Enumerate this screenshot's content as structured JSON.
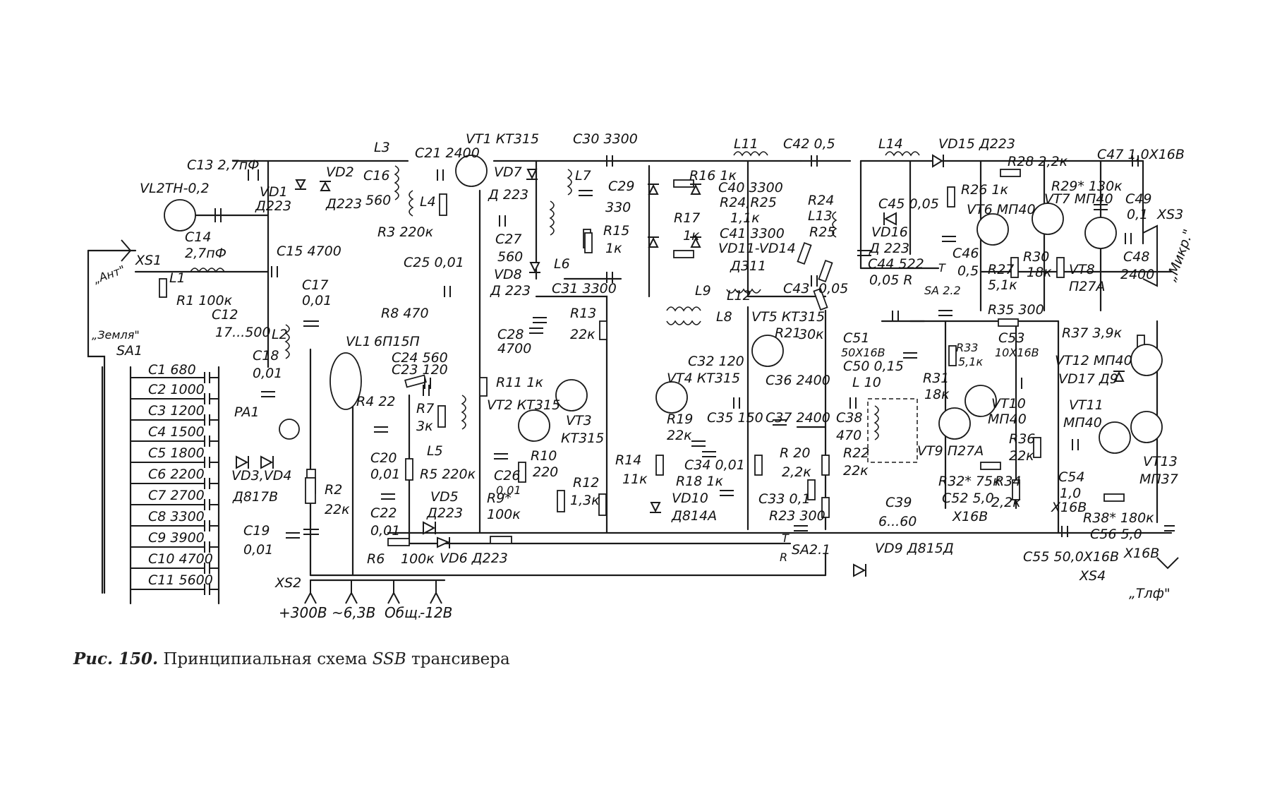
{
  "caption": {
    "figure": "Рис. 150.",
    "text_before": "Принципиальная схема",
    "ssb": "SSB",
    "text_after": "трансивера"
  },
  "components": [
    {
      "ref": "C13",
      "label": "C13 2,7пФ"
    },
    {
      "ref": "VL2",
      "label": "VL2ТН-0,2"
    },
    {
      "ref": "VD1",
      "label": "VD1"
    },
    {
      "ref": "VD1_type",
      "label": "Д223"
    },
    {
      "ref": "VD2",
      "label": "VD2"
    },
    {
      "ref": "VD2_type",
      "label": "Д223"
    },
    {
      "ref": "C16",
      "label": "C16"
    },
    {
      "ref": "C16_val",
      "label": "560"
    },
    {
      "ref": "L3",
      "label": "L3"
    },
    {
      "ref": "C21",
      "label": "C21 2400"
    },
    {
      "ref": "L4",
      "label": "L4"
    },
    {
      "ref": "R3",
      "label": "R3 220к"
    },
    {
      "ref": "VT1",
      "label": "VT1 КТ315"
    },
    {
      "ref": "VD7",
      "label": "VD7"
    },
    {
      "ref": "VD7_type",
      "label": "Д 223"
    },
    {
      "ref": "C30",
      "label": "C30 3300"
    },
    {
      "ref": "L7",
      "label": "L7"
    },
    {
      "ref": "C29",
      "label": "C29"
    },
    {
      "ref": "C29_val",
      "label": "330"
    },
    {
      "ref": "R15",
      "label": "R15"
    },
    {
      "ref": "R15_val",
      "label": "1к"
    },
    {
      "ref": "L11",
      "label": "L11"
    },
    {
      "ref": "C42",
      "label": "C42 0,5"
    },
    {
      "ref": "L14",
      "label": "L14"
    },
    {
      "ref": "VD15",
      "label": "VD15 Д223"
    },
    {
      "ref": "C47",
      "label": "C47 1,0Х16В"
    },
    {
      "ref": "R28",
      "label": "R28 2,2к"
    },
    {
      "ref": "R16",
      "label": "R16 1к"
    },
    {
      "ref": "C40",
      "label": "C40 3300"
    },
    {
      "ref": "R24R25",
      "label": "R24,R25"
    },
    {
      "ref": "R24R25_val",
      "label": "1,1к"
    },
    {
      "ref": "R17",
      "label": "R17"
    },
    {
      "ref": "R17_val",
      "label": "1к"
    },
    {
      "ref": "C41",
      "label": "C41 3300"
    },
    {
      "ref": "VD11",
      "label": "VD11-VD14"
    },
    {
      "ref": "VD11_type",
      "label": "Д311"
    },
    {
      "ref": "R24",
      "label": "R24"
    },
    {
      "ref": "L13",
      "label": "L13"
    },
    {
      "ref": "R25",
      "label": "R25"
    },
    {
      "ref": "C45",
      "label": "C45 0,05"
    },
    {
      "ref": "VD16",
      "label": "VD16"
    },
    {
      "ref": "VD16_type",
      "label": "Д 223"
    },
    {
      "ref": "C44",
      "label": "C44 522"
    },
    {
      "ref": "C44_val",
      "label": "0,05 R"
    },
    {
      "ref": "R26",
      "label": "R26 1к"
    },
    {
      "ref": "VT6",
      "label": "VT6 МП40"
    },
    {
      "ref": "VT7",
      "label": "VT7 МП40"
    },
    {
      "ref": "R29",
      "label": "R29* 130к"
    },
    {
      "ref": "C49",
      "label": "C49"
    },
    {
      "ref": "C49_val",
      "label": "0,1"
    },
    {
      "ref": "XS3",
      "label": "XS3"
    },
    {
      "ref": "C46",
      "label": "C46"
    },
    {
      "ref": "C46_val",
      "label": "0,5"
    },
    {
      "ref": "R27",
      "label": "R27"
    },
    {
      "ref": "R27_val",
      "label": "5,1к"
    },
    {
      "ref": "R30",
      "label": "R30"
    },
    {
      "ref": "R30_val",
      "label": "18к"
    },
    {
      "ref": "VT8",
      "label": "VT8"
    },
    {
      "ref": "VT8_type",
      "label": "П27А"
    },
    {
      "ref": "C48",
      "label": "C48"
    },
    {
      "ref": "C48_val",
      "label": "2400"
    },
    {
      "ref": "mic",
      "label": "„Микр.\""
    },
    {
      "ref": "SA22",
      "label": "SA 2.2"
    },
    {
      "ref": "T1",
      "label": "T"
    },
    {
      "ref": "C14",
      "label": "C14"
    },
    {
      "ref": "C14_val",
      "label": "2,7пФ"
    },
    {
      "ref": "XS1",
      "label": "XS1"
    },
    {
      "ref": "ant",
      "label": "„Ант\""
    },
    {
      "ref": "L1",
      "label": "L1"
    },
    {
      "ref": "R1",
      "label": "R1 100к"
    },
    {
      "ref": "C12",
      "label": "C12"
    },
    {
      "ref": "C12_val",
      "label": "17...500"
    },
    {
      "ref": "C15",
      "label": "C15 4700"
    },
    {
      "ref": "earth",
      "label": "„Земля\""
    },
    {
      "ref": "SA1",
      "label": "SA1"
    },
    {
      "ref": "C17",
      "label": "C17"
    },
    {
      "ref": "C17_val",
      "label": "0,01"
    },
    {
      "ref": "L2",
      "label": "L2"
    },
    {
      "ref": "C18",
      "label": "C18"
    },
    {
      "ref": "C18_val",
      "label": "0,01"
    },
    {
      "ref": "VL1",
      "label": "VL1"
    },
    {
      "ref": "VL1_type",
      "label": "6П15П"
    },
    {
      "ref": "C25",
      "label": "C25 0,01"
    },
    {
      "ref": "R8",
      "label": "R8 470"
    },
    {
      "ref": "C24",
      "label": "C24 560"
    },
    {
      "ref": "C23",
      "label": "C23 120"
    },
    {
      "ref": "C27",
      "label": "C27"
    },
    {
      "ref": "C27_val",
      "label": "560"
    },
    {
      "ref": "VD8",
      "label": "VD8"
    },
    {
      "ref": "VD8_type",
      "label": "Д 223"
    },
    {
      "ref": "L6",
      "label": "L6"
    },
    {
      "ref": "C31",
      "label": "C31 3300"
    },
    {
      "ref": "C28",
      "label": "C28"
    },
    {
      "ref": "C28_val",
      "label": "4700"
    },
    {
      "ref": "R13",
      "label": "R13"
    },
    {
      "ref": "R13_val",
      "label": "22к"
    },
    {
      "ref": "R11",
      "label": "R11 1к"
    },
    {
      "ref": "VT2",
      "label": "VT2 КТ315"
    },
    {
      "ref": "VT3",
      "label": "VT3"
    },
    {
      "ref": "VT3_type",
      "label": "КТ315"
    },
    {
      "ref": "L9",
      "label": "L9"
    },
    {
      "ref": "L12",
      "label": "L12"
    },
    {
      "ref": "C43",
      "label": "C43"
    },
    {
      "ref": "C43_val",
      "label": "0,05"
    },
    {
      "ref": "L8",
      "label": "L8"
    },
    {
      "ref": "C32",
      "label": "C32 120"
    },
    {
      "ref": "VT4",
      "label": "VT4 КТ315"
    },
    {
      "ref": "VT5",
      "label": "VT5 КТ315"
    },
    {
      "ref": "R21",
      "label": "R21"
    },
    {
      "ref": "R21_val",
      "label": "30к"
    },
    {
      "ref": "C51",
      "label": "C51"
    },
    {
      "ref": "C51_val",
      "label": "50Х16В"
    },
    {
      "ref": "C50",
      "label": "C50 0,15"
    },
    {
      "ref": "R35",
      "label": "R35 300"
    },
    {
      "ref": "R37",
      "label": "R37 3,9к"
    },
    {
      "ref": "R33",
      "label": "R33"
    },
    {
      "ref": "R33_val",
      "label": "5,1к"
    },
    {
      "ref": "C53",
      "label": "C53"
    },
    {
      "ref": "C53_val",
      "label": "10Х16В"
    },
    {
      "ref": "VT12",
      "label": "VT12 МП40"
    },
    {
      "ref": "VD17",
      "label": "VD17 Д9"
    },
    {
      "ref": "C36",
      "label": "C36 2400"
    },
    {
      "ref": "L10",
      "label": "L 10"
    },
    {
      "ref": "R31",
      "label": "R31"
    },
    {
      "ref": "R31_val",
      "label": "18к"
    },
    {
      "ref": "VT10",
      "label": "VT10"
    },
    {
      "ref": "VT10_type",
      "label": "МП40"
    },
    {
      "ref": "VT11",
      "label": "VT11"
    },
    {
      "ref": "VT11_type",
      "label": "МП40"
    },
    {
      "ref": "C1",
      "label": "C1 680"
    },
    {
      "ref": "C2",
      "label": "C2 1000"
    },
    {
      "ref": "C3",
      "label": "C3 1200"
    },
    {
      "ref": "C4",
      "label": "C4 1500"
    },
    {
      "ref": "C5",
      "label": "C5 1800"
    },
    {
      "ref": "C6",
      "label": "C6 2200"
    },
    {
      "ref": "C7",
      "label": "C7 2700"
    },
    {
      "ref": "C8",
      "label": "C8 3300"
    },
    {
      "ref": "C9",
      "label": "C9 3900"
    },
    {
      "ref": "C10",
      "label": "C10 4700"
    },
    {
      "ref": "C11",
      "label": "C11 5600"
    },
    {
      "ref": "PA1",
      "label": "PA1"
    },
    {
      "ref": "R4",
      "label": "R4 22"
    },
    {
      "ref": "R7",
      "label": "R7"
    },
    {
      "ref": "R7_val",
      "label": "3к"
    },
    {
      "ref": "L5",
      "label": "L5"
    },
    {
      "ref": "C35",
      "label": "C35 150"
    },
    {
      "ref": "R19",
      "label": "R19"
    },
    {
      "ref": "R19_val",
      "label": "22к"
    },
    {
      "ref": "C37",
      "label": "C37 2400"
    },
    {
      "ref": "C38",
      "label": "C38"
    },
    {
      "ref": "C38_val",
      "label": "470"
    },
    {
      "ref": "VT9",
      "label": "VT9 П27А"
    },
    {
      "ref": "R36",
      "label": "R36"
    },
    {
      "ref": "R36_val",
      "label": "22к"
    },
    {
      "ref": "VT13",
      "label": "VT13"
    },
    {
      "ref": "VT13_type",
      "label": "МП37"
    },
    {
      "ref": "VD3VD4",
      "label": "VD3,VD4"
    },
    {
      "ref": "VD3VD4_type",
      "label": "Д817В"
    },
    {
      "ref": "R2",
      "label": "R2"
    },
    {
      "ref": "R2_val",
      "label": "22к"
    },
    {
      "ref": "C20",
      "label": "C20"
    },
    {
      "ref": "C20_val",
      "label": "0,01"
    },
    {
      "ref": "R5",
      "label": "R5 220к"
    },
    {
      "ref": "R10",
      "label": "R10"
    },
    {
      "ref": "R10_val",
      "label": "220"
    },
    {
      "ref": "C26",
      "label": "C26"
    },
    {
      "ref": "C26_val",
      "label": "0,01"
    },
    {
      "ref": "R12",
      "label": "R12"
    },
    {
      "ref": "R12_val",
      "label": "1,3к"
    },
    {
      "ref": "R14",
      "label": "R14"
    },
    {
      "ref": "R14_val",
      "label": "11к"
    },
    {
      "ref": "C34",
      "label": "C34 0,01"
    },
    {
      "ref": "R18",
      "label": "R18 1к"
    },
    {
      "ref": "R20",
      "label": "R 20"
    },
    {
      "ref": "R20_val",
      "label": "2,2к"
    },
    {
      "ref": "R22",
      "label": "R22"
    },
    {
      "ref": "R22_val",
      "label": "22к"
    },
    {
      "ref": "C39",
      "label": "C39"
    },
    {
      "ref": "C39_val",
      "label": "6...60"
    },
    {
      "ref": "R32",
      "label": "R32* 75к"
    },
    {
      "ref": "C52",
      "label": "C52 5,0"
    },
    {
      "ref": "C52_val",
      "label": "Х16В"
    },
    {
      "ref": "R34",
      "label": "R34"
    },
    {
      "ref": "R34_val",
      "label": "2,2к"
    },
    {
      "ref": "C54",
      "label": "C54"
    },
    {
      "ref": "C54_val",
      "label": "1,0"
    },
    {
      "ref": "C54_v",
      "label": "Х16В"
    },
    {
      "ref": "C19",
      "label": "C19"
    },
    {
      "ref": "C19_val",
      "label": "0,01"
    },
    {
      "ref": "C22",
      "label": "C22"
    },
    {
      "ref": "C22_val",
      "label": "0,01"
    },
    {
      "ref": "VD5",
      "label": "VD5"
    },
    {
      "ref": "VD5_type",
      "label": "Д223"
    },
    {
      "ref": "R9",
      "label": "R9*"
    },
    {
      "ref": "R9_val",
      "label": "100к"
    },
    {
      "ref": "VD10",
      "label": "VD10"
    },
    {
      "ref": "VD10_type",
      "label": "Д814А"
    },
    {
      "ref": "C33",
      "label": "C33 0,1"
    },
    {
      "ref": "R23",
      "label": "R23 300"
    },
    {
      "ref": "R38",
      "label": "R38* 180к"
    },
    {
      "ref": "C56",
      "label": "C56 5,0"
    },
    {
      "ref": "C56_val",
      "label": "Х16В"
    },
    {
      "ref": "R6",
      "label": "R6"
    },
    {
      "ref": "R6_val",
      "label": "100к"
    },
    {
      "ref": "VD6",
      "label": "VD6 Д223"
    },
    {
      "ref": "SA21",
      "label": "SA2.1"
    },
    {
      "ref": "T2",
      "label": "T"
    },
    {
      "ref": "R_sw",
      "label": "R"
    },
    {
      "ref": "VD9",
      "label": "VD9 Д815Д"
    },
    {
      "ref": "C55",
      "label": "C55 50,0Х16В"
    },
    {
      "ref": "XS4",
      "label": "XS4"
    },
    {
      "ref": "XS2",
      "label": "XS2"
    },
    {
      "ref": "tlf",
      "label": "„Тлф\""
    }
  ],
  "terminals": [
    "+300В",
    "~6,3В",
    "Общ.",
    "-12В"
  ]
}
